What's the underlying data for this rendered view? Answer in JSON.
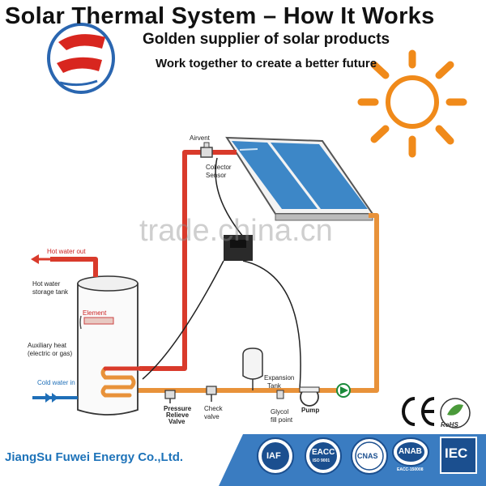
{
  "header": {
    "title": "Solar Thermal System – How It Works",
    "subtitle": "Golden supplier of solar products",
    "tagline": "Work together to create a better future"
  },
  "watermark": "trade.china.cn",
  "diagram": {
    "labels": {
      "airvent": "Airvent",
      "collector_sensor_1": "Collector",
      "collector_sensor_2": "Sensor",
      "hot_water_out": "Hot water out",
      "storage_1": "Hot water",
      "storage_2": "storage tank",
      "element": "Element",
      "aux_1": "Auxiliary heat",
      "aux_2": "(electric or gas)",
      "cold_water_in": "Cold water in",
      "pressure_1": "Pressure",
      "pressure_2": "Relieve",
      "pressure_3": "Valve",
      "check_1": "Check",
      "check_2": "valve",
      "expansion_1": "Expansion",
      "expansion_2": "Tank",
      "glycol_1": "Glycol",
      "glycol_2": "fill point",
      "pump": "Pump"
    },
    "colors": {
      "hot_pipe": "#d93a2b",
      "warm_pipe": "#e8923a",
      "cold": "#1f6fb8"
    }
  },
  "footer": {
    "company": "JiangSu Fuwei Energy Co.,Ltd.",
    "badges": {
      "iaf": "IAF",
      "eacc": "EACC",
      "eacc_sub": "ISO 9001",
      "cnas": "CNAS",
      "anab": "ANAB",
      "iec": "IEC",
      "ce": "CE",
      "rohs": "RoHS",
      "code": "EACC-150008"
    }
  }
}
